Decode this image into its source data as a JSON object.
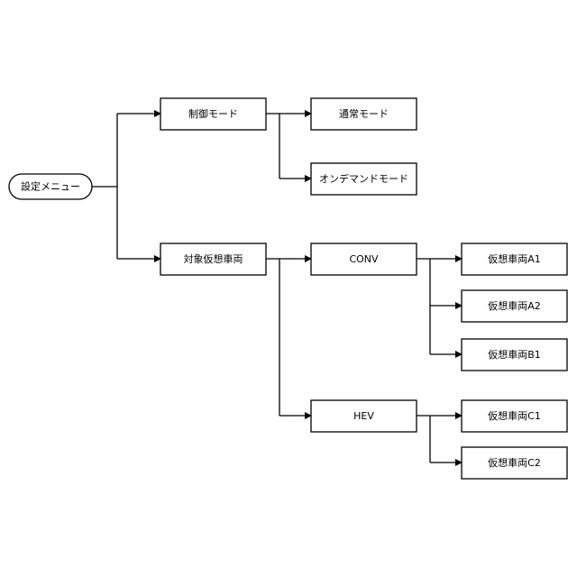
{
  "nodes": {
    "root": {
      "label": "設定メニュー"
    },
    "control_mode": {
      "label": "制御モード"
    },
    "normal_mode": {
      "label": "通常モード"
    },
    "on_demand_mode": {
      "label": "オンデマンドモード"
    },
    "target_vehicle": {
      "label": "対象仮想車両"
    },
    "conv": {
      "label": "CONV"
    },
    "hev": {
      "label": "HEV"
    },
    "vehicle_a1": {
      "label": "仮想車両A1"
    },
    "vehicle_a2": {
      "label": "仮想車両A2"
    },
    "vehicle_b1": {
      "label": "仮想車両B1"
    },
    "vehicle_c1": {
      "label": "仮想車両C1"
    },
    "vehicle_c2": {
      "label": "仮想車両C2"
    }
  },
  "edges": [
    [
      "root",
      "control_mode"
    ],
    [
      "root",
      "target_vehicle"
    ],
    [
      "control_mode",
      "normal_mode"
    ],
    [
      "control_mode",
      "on_demand_mode"
    ],
    [
      "target_vehicle",
      "conv"
    ],
    [
      "target_vehicle",
      "hev"
    ],
    [
      "conv",
      "vehicle_a1"
    ],
    [
      "conv",
      "vehicle_a2"
    ],
    [
      "conv",
      "vehicle_b1"
    ],
    [
      "hev",
      "vehicle_c1"
    ],
    [
      "hev",
      "vehicle_c2"
    ]
  ],
  "colors": {
    "stroke": "#000000",
    "fill": "#ffffff",
    "text": "#000000"
  }
}
